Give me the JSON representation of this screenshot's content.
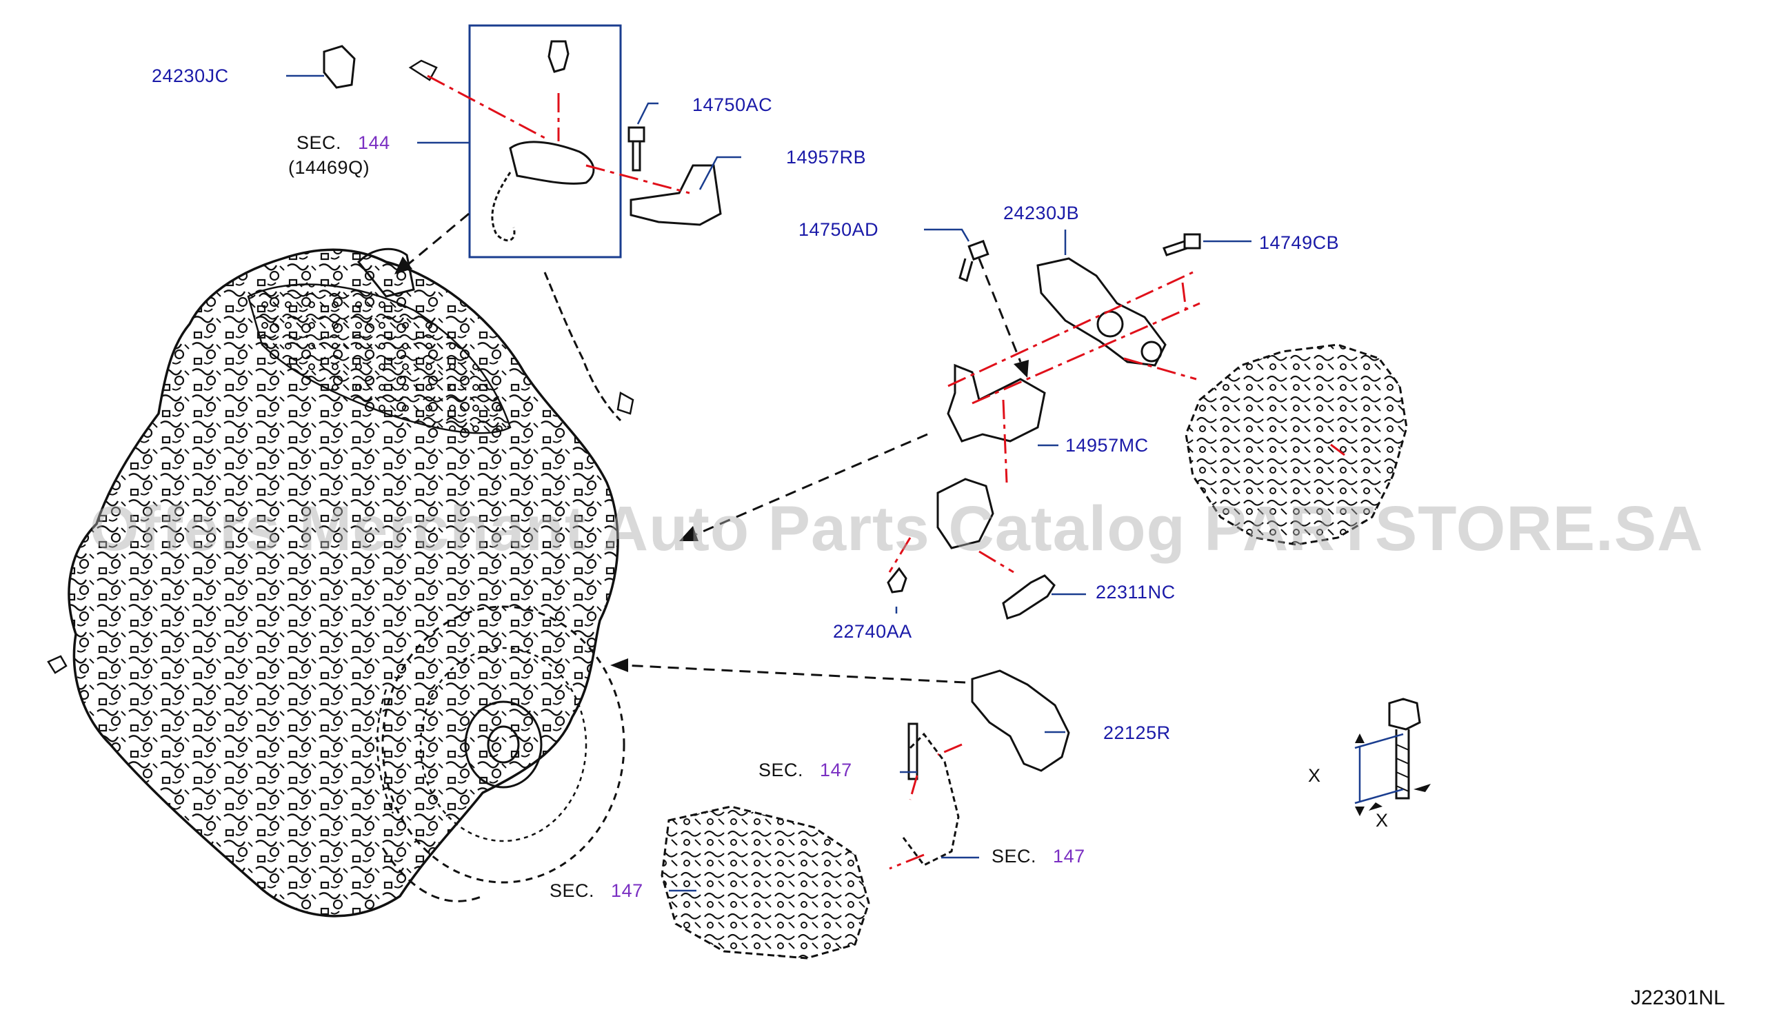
{
  "diagram": {
    "code": "J22301NL",
    "watermark": "Offers Merchant Auto Parts Catalog PARTSTORE.SA",
    "colors": {
      "callout": "#1a1aa8",
      "section_number": "#7a2fc2",
      "centerline": "#e0101a",
      "linework": "#111111",
      "watermark": "#aaaaaa"
    },
    "parts": [
      {
        "id": "24230JC",
        "label": "24230JC"
      },
      {
        "id": "14750AC",
        "label": "14750AC"
      },
      {
        "id": "14957RB",
        "label": "14957RB"
      },
      {
        "id": "14750AD",
        "label": "14750AD"
      },
      {
        "id": "24230JB",
        "label": "24230JB"
      },
      {
        "id": "14749CB",
        "label": "14749CB"
      },
      {
        "id": "14957MC",
        "label": "14957MC"
      },
      {
        "id": "22311NC",
        "label": "22311NC"
      },
      {
        "id": "22740AA",
        "label": "22740AA"
      },
      {
        "id": "22125R",
        "label": "22125R"
      }
    ],
    "sections": [
      {
        "prefix": "SEC.",
        "number": "144",
        "sub": "(14469Q)"
      },
      {
        "prefix": "SEC.",
        "number": "147"
      },
      {
        "prefix": "SEC.",
        "number": "147"
      },
      {
        "prefix": "SEC.",
        "number": "147"
      }
    ],
    "dimension_label": "X"
  }
}
